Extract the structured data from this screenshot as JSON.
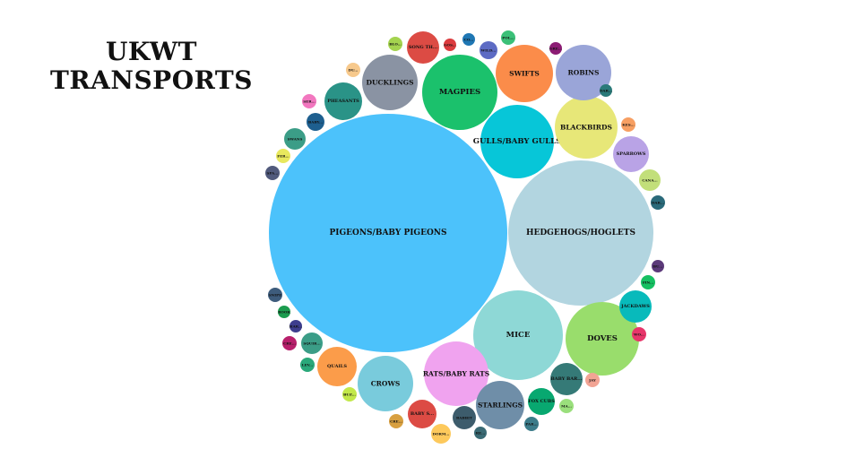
{
  "title_lines": [
    "UKWT",
    "TRANSPORTS"
  ],
  "chart_data": {
    "type": "bubble",
    "title": "UKWT TRANSPORTS",
    "series": [
      {
        "label": "PIGEONS/BABY PIGEONS",
        "value": 100,
        "color": "#4cc2fb"
      },
      {
        "label": "HEDGEHOGS/HOGLETS",
        "value": 36,
        "color": "#b2d5e0"
      },
      {
        "label": "MICE",
        "value": 14,
        "color": "#8ed8d6"
      },
      {
        "label": "MAGPIES",
        "value": 9.5,
        "color": "#1bc16c"
      },
      {
        "label": "GULLS/BABY GULLS",
        "value": 9.2,
        "color": "#07c6d8"
      },
      {
        "label": "RATS/BABY RATS",
        "value": 7.5,
        "color": "#f0a3ef"
      },
      {
        "label": "DOVES",
        "value": 6.8,
        "color": "#99dd6c"
      },
      {
        "label": "BLACKBIRDS",
        "value": 6.4,
        "color": "#e7e778"
      },
      {
        "label": "SWIFTS",
        "value": 5.6,
        "color": "#fb8c4a"
      },
      {
        "label": "CROWS",
        "value": 5.3,
        "color": "#79cbdc"
      },
      {
        "label": "STARLINGS",
        "value": 4.1,
        "color": "#6f8ea8"
      },
      {
        "label": "DUCKLINGS",
        "value": 5.6,
        "color": "#8a93a3"
      },
      {
        "label": "ROBINS",
        "value": 3.2,
        "color": "#9aa5d8"
      },
      {
        "label": "PHEASANTS",
        "value": 2.6,
        "color": "#2a9387"
      },
      {
        "label": "QUAILS",
        "value": 2.3,
        "color": "#fb9c4a"
      },
      {
        "label": "SPARROWS",
        "value": 1.8,
        "color": "#b9a3e6"
      },
      {
        "label": "JACKDAWS",
        "value": 1.5,
        "color": "#08babb"
      },
      {
        "label": "SONG TH...",
        "value": 1.5,
        "color": "#dc4b44"
      },
      {
        "label": "BABY BAR...",
        "value": 1.5,
        "color": "#357a77"
      },
      {
        "label": "FOX CUBS",
        "value": 1.1,
        "color": "#08a870"
      },
      {
        "label": "RABBIT",
        "value": 0.8,
        "color": "#3d5c6c"
      },
      {
        "label": "BABY S...",
        "value": 1.0,
        "color": "#dc4b44"
      },
      {
        "label": "CANA...",
        "value": 0.75,
        "color": "#c2df7a"
      },
      {
        "label": "DORM...",
        "value": 0.6,
        "color": "#fdc95c"
      },
      {
        "label": "SQUIR...",
        "value": 0.65,
        "color": "#3b9d87"
      },
      {
        "label": "SWANS",
        "value": 0.65,
        "color": "#3b9d87"
      },
      {
        "label": "BABY...",
        "value": 0.55,
        "color": "#1e5f8f"
      },
      {
        "label": "SER...",
        "value": 0.35,
        "color": "#f277bf"
      },
      {
        "label": "FER...",
        "value": 0.3,
        "color": "#e8e85e"
      },
      {
        "label": "SPA...",
        "value": 0.3,
        "color": "#515a7c"
      },
      {
        "label": "DU...",
        "value": 0.3,
        "color": "#f7c98c"
      },
      {
        "label": "BLO...",
        "value": 0.3,
        "color": "#a4d34f"
      },
      {
        "label": "GOS...",
        "value": 0.28,
        "color": "#dc3b3e"
      },
      {
        "label": "CO...",
        "value": 0.28,
        "color": "#1f77b4"
      },
      {
        "label": "WILD...",
        "value": 0.45,
        "color": "#5d6bc4"
      },
      {
        "label": "POL...",
        "value": 0.35,
        "color": "#3bc078"
      },
      {
        "label": "GRE...",
        "value": 0.3,
        "color": "#8c1c74"
      },
      {
        "label": "DAR...",
        "value": 0.28,
        "color": "#2a7a79"
      },
      {
        "label": "KES...",
        "value": 0.35,
        "color": "#f79f62"
      },
      {
        "label": "DAR...",
        "value": 0.3,
        "color": "#2a6a7a"
      },
      {
        "label": "BU...",
        "value": 0.28,
        "color": "#5c3a7a"
      },
      {
        "label": "FIN...",
        "value": 0.3,
        "color": "#16c062"
      },
      {
        "label": "WO...",
        "value": 0.3,
        "color": "#e7366a"
      },
      {
        "label": "JAY",
        "value": 0.35,
        "color": "#f2a494"
      },
      {
        "label": "MA...",
        "value": 0.35,
        "color": "#9adf7c"
      },
      {
        "label": "PAR...",
        "value": 0.3,
        "color": "#3c7c8a"
      },
      {
        "label": "RE...",
        "value": 0.28,
        "color": "#3a6a74"
      },
      {
        "label": "CRE...",
        "value": 0.3,
        "color": "#d8a040"
      },
      {
        "label": "BUZ...",
        "value": 0.3,
        "color": "#c2e84a"
      },
      {
        "label": "LEV...",
        "value": 0.35,
        "color": "#2aa87a"
      },
      {
        "label": "CRE...",
        "value": 0.3,
        "color": "#b8206c"
      },
      {
        "label": "HAR...",
        "value": 0.28,
        "color": "#3e3e8e"
      },
      {
        "label": "ROOK",
        "value": 0.28,
        "color": "#1b9c4e"
      },
      {
        "label": "SNIPE",
        "value": 0.3,
        "color": "#3e5c7c"
      }
    ]
  }
}
